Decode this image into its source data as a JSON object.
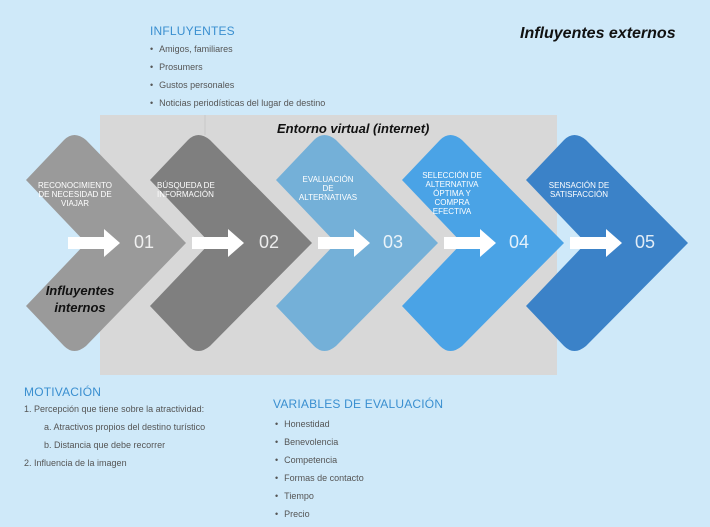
{
  "title": "Influyentes externos",
  "environment": "Entorno virtual (internet)",
  "internal_label": [
    "Influyentes",
    "internos"
  ],
  "influyentes": {
    "header": "INFLUYENTES",
    "items": [
      "Amigos, familiares",
      "Prosumers",
      "Gustos personales",
      "Noticias periodísticas del lugar de destino"
    ]
  },
  "steps": [
    {
      "num": "01",
      "label": [
        "RECONOCIMIENTO",
        "DE NECESIDAD DE",
        "VIAJAR"
      ],
      "color": "#9a9a9a"
    },
    {
      "num": "02",
      "label": [
        "BÚSQUEDA DE",
        "INFORMACIÓN"
      ],
      "color": "#7f7f7f"
    },
    {
      "num": "03",
      "label": [
        "EVALUACIÓN",
        "DE",
        "ALTERNATIVAS"
      ],
      "color": "#74b0d8"
    },
    {
      "num": "04",
      "label": [
        "SELECCIÓN DE",
        "ALTERNATIVA",
        "ÓPTIMA Y",
        "COMPRA",
        "EFECTIVA"
      ],
      "color": "#4aa3e6"
    },
    {
      "num": "05",
      "label": [
        "SENSACIÓN DE",
        "SATISFACCIÓN"
      ],
      "color": "#3b82c8"
    }
  ],
  "motivacion": {
    "header": "MOTIVACIÓN",
    "items": [
      "1. Percepción que tiene sobre la atractividad:",
      "a. Atractivos propios del destino turístico",
      "b. Distancia que debe recorrer",
      "2. Influencia de la imagen"
    ]
  },
  "variables": {
    "header": "VARIABLES DE EVALUACIÓN",
    "items": [
      "Honestidad",
      "Benevolencia",
      "Competencia",
      "Formas de contacto",
      "Tiempo",
      "Precio"
    ]
  }
}
